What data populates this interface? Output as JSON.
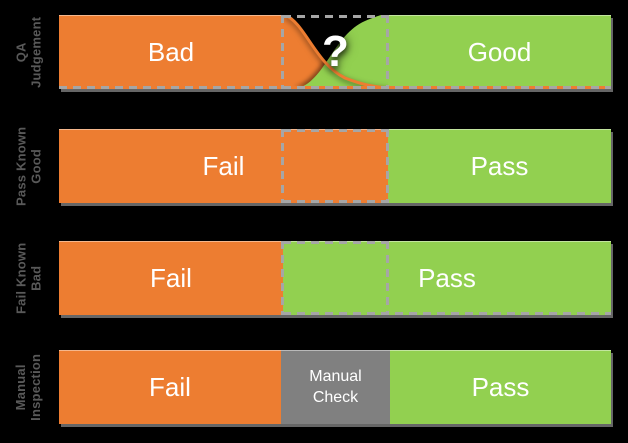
{
  "colors": {
    "bg": "#000000",
    "orange": "#ED7D31",
    "green": "#92D050",
    "gray": "#808080",
    "dash": "#A6A6A6",
    "label": "#595959",
    "shadow": "rgba(128,128,128,0.8)"
  },
  "rows": [
    {
      "label_lines": [
        "QA",
        "Judgement"
      ],
      "segments": {
        "left": "Bad",
        "middle": "?",
        "right": "Good"
      }
    },
    {
      "label_lines": [
        "Pass Known",
        "Good"
      ],
      "segments": {
        "left": "Fail",
        "right": "Pass"
      }
    },
    {
      "label_lines": [
        "Fail Known",
        "Bad"
      ],
      "segments": {
        "left": "Fail",
        "right": "Pass"
      }
    },
    {
      "label_lines": [
        "Manual",
        "Inspection"
      ],
      "segments": {
        "left": "Fail",
        "middle": "Manual Check",
        "right": "Pass"
      }
    }
  ]
}
